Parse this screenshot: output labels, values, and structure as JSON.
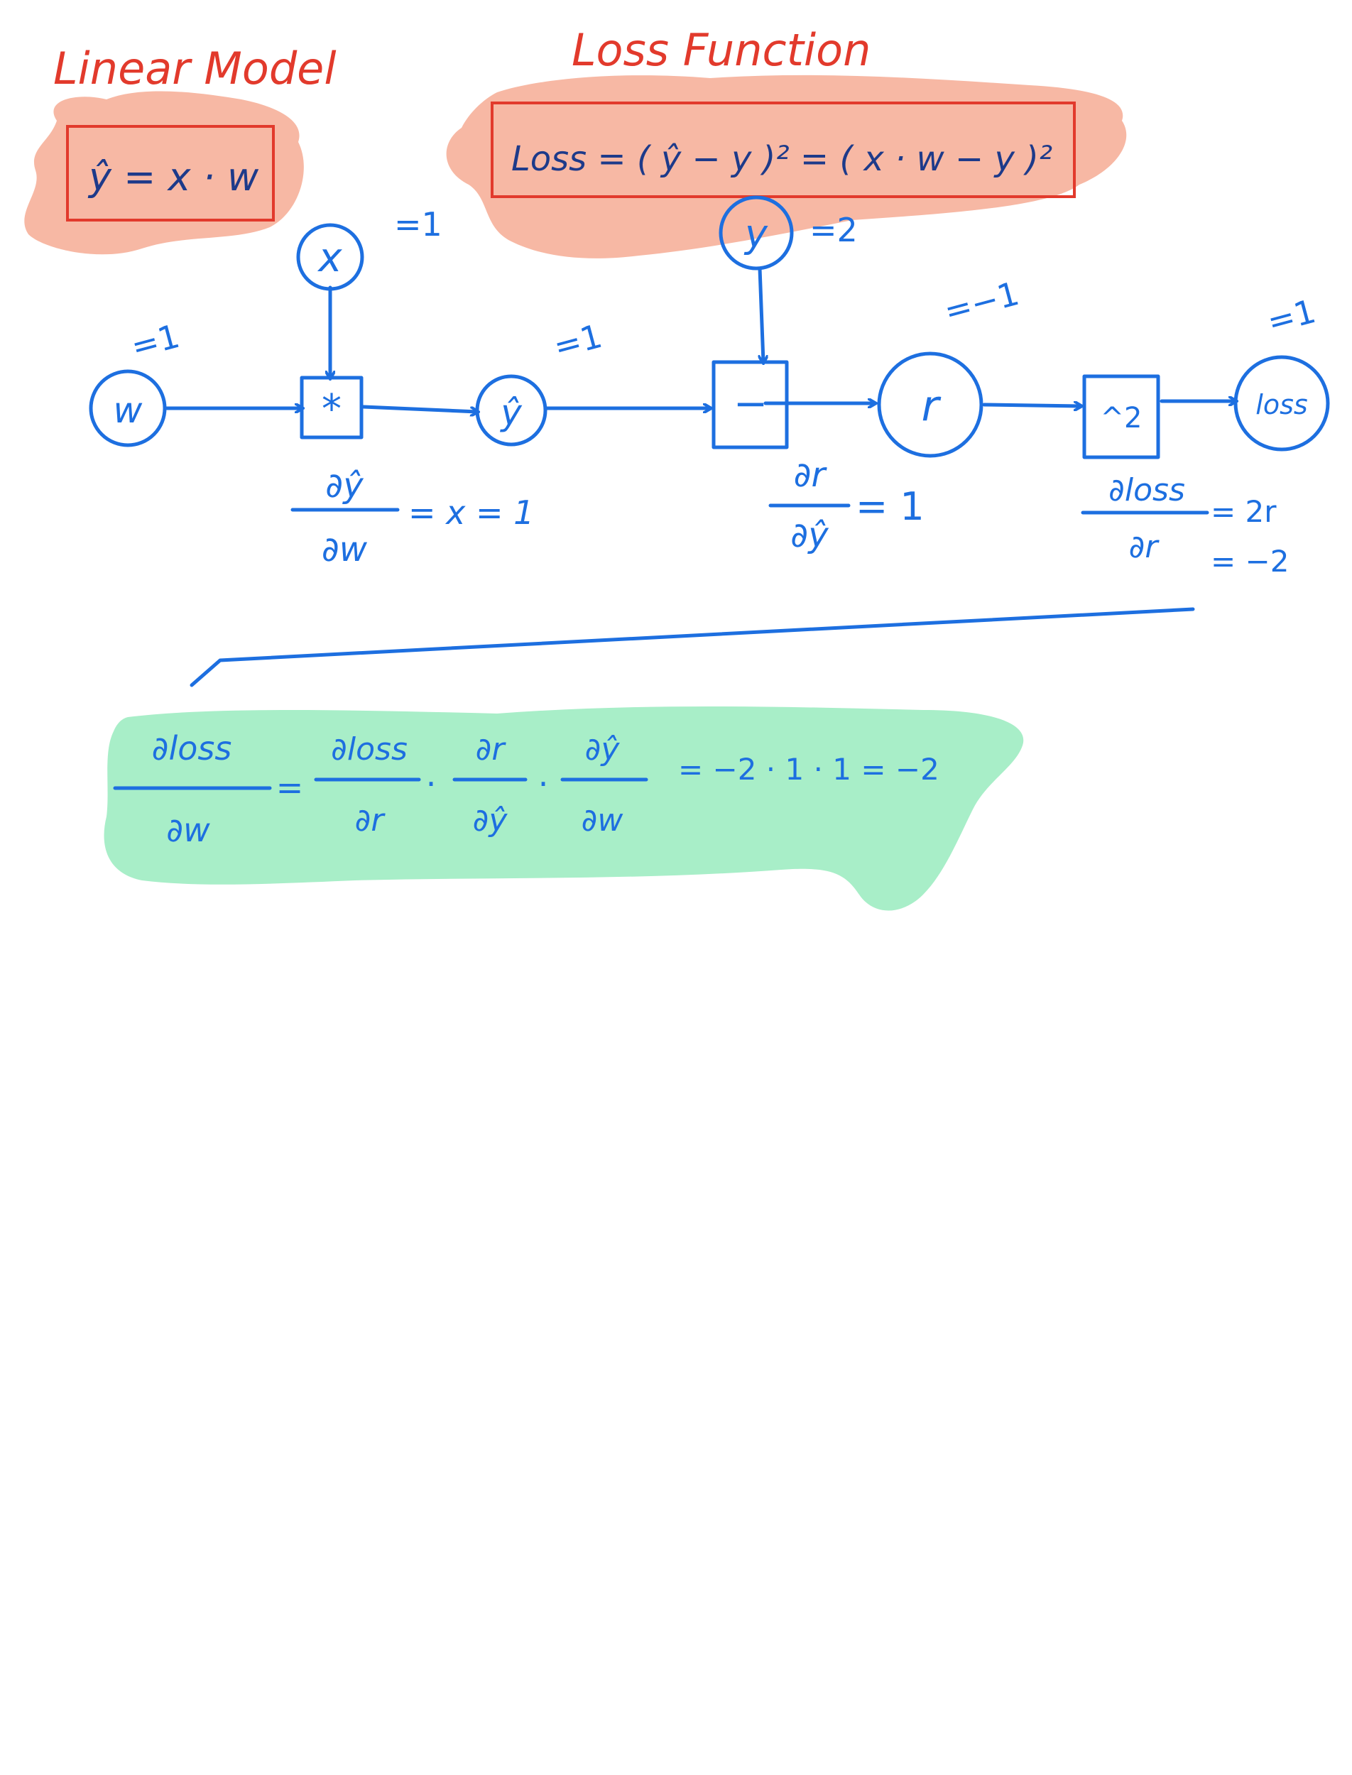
{
  "colors": {
    "ink_blue": "#1d6fe0",
    "ink_red": "#e23a2c",
    "highlight_salmon": "#f7b8a4",
    "highlight_green": "#a8eec8"
  },
  "headers": {
    "linear_model": "Linear Model",
    "loss_function": "Loss Function"
  },
  "formulas": {
    "model": "ŷ = x · w",
    "loss": "Loss = ( ŷ − y )² = ( x · w − y )²"
  },
  "nodes": {
    "x": {
      "label": "x",
      "value": "=1"
    },
    "y": {
      "label": "y",
      "value": "=2"
    },
    "w": {
      "label": "w",
      "value": "=1"
    },
    "multiply": {
      "label": "*"
    },
    "yhat": {
      "label": "ŷ",
      "value": "=1"
    },
    "subtract": {
      "label": "−"
    },
    "r": {
      "label": "r",
      "value": "=−1"
    },
    "square": {
      "label": "^2"
    },
    "loss": {
      "label": "loss",
      "value": "=1"
    }
  },
  "local_gradients": {
    "dyhat_dw": {
      "num": "∂ŷ",
      "den": "∂w",
      "rhs": "= x = 1"
    },
    "dr_dyhat": {
      "num": "∂r",
      "den": "∂ŷ",
      "rhs": "= 1"
    },
    "dloss_dr": {
      "num": "∂loss",
      "den": "∂r",
      "rhs1": "= 2r",
      "rhs2": "= −2"
    }
  },
  "chain_rule": {
    "lhs_num": "∂loss",
    "lhs_den": "∂w",
    "eq": "=",
    "f1_num": "∂loss",
    "f1_den": "∂r",
    "f2_num": "∂r",
    "f2_den": "∂ŷ",
    "f3_num": "∂ŷ",
    "f3_den": "∂w",
    "dot": "·",
    "result": "= −2 · 1 · 1 = −2"
  }
}
